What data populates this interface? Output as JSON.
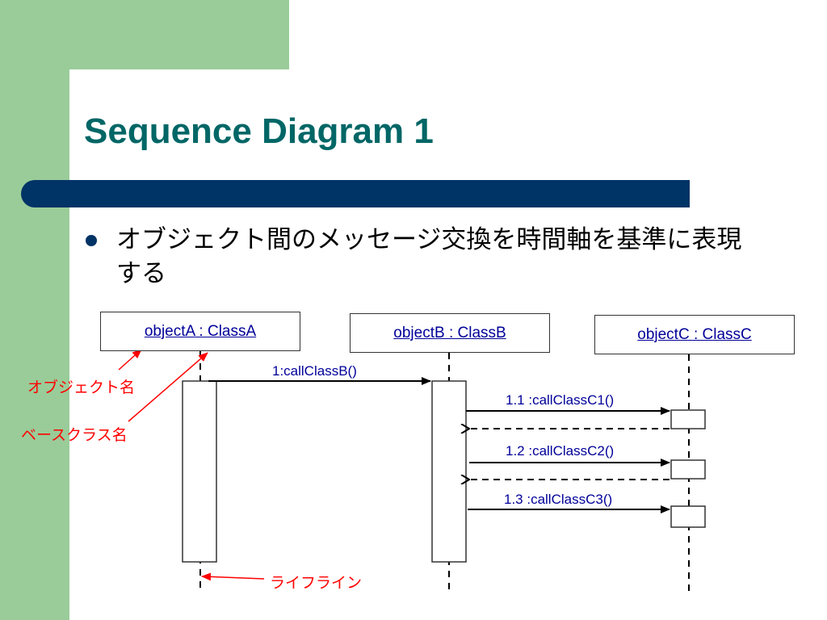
{
  "slide": {
    "title": "Sequence Diagram 1",
    "bullet": "オブジェクト間のメッセージ交換を時間軸を基準に表現する"
  },
  "diagram": {
    "objects": [
      {
        "label": "objectA : ClassA"
      },
      {
        "label": "objectB : ClassB"
      },
      {
        "label": "objectC : ClassC"
      }
    ],
    "messages": [
      {
        "label": "1:callClassB()"
      },
      {
        "label": "1.1 :callClassC1()"
      },
      {
        "label": "1.2 :callClassC2()"
      },
      {
        "label": "1.3 :callClassC3()"
      }
    ],
    "annotations": {
      "object_name": "オブジェクト名",
      "base_class_name": "ベースクラス名",
      "lifeline": "ライフライン"
    }
  },
  "colors": {
    "title": "#006666",
    "bar": "#003366",
    "sidebar": "#99cc99",
    "label_blue": "#000099",
    "annotation_red": "#ff0000"
  }
}
